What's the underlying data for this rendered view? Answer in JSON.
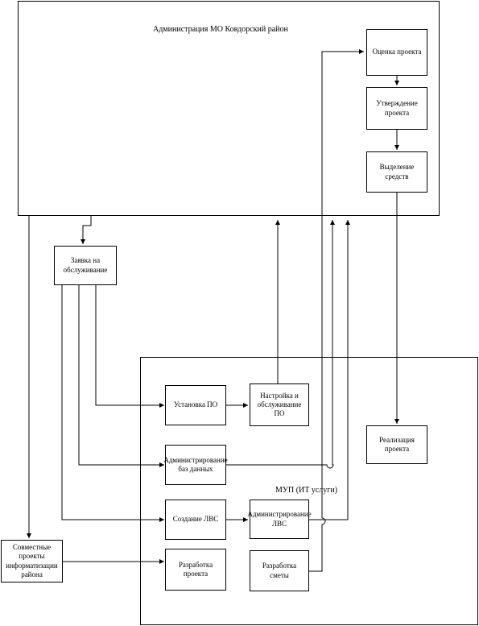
{
  "admin_region": {
    "title": "Администрация МО Ковдорский район"
  },
  "mup_region": {
    "title": "МУП (ИТ услуги)"
  },
  "boxes": {
    "project_eval": "Оценка проекта",
    "project_approval": "Утверждение проекта",
    "funds_allocation": "Выделение средств",
    "service_request": "Заявка на обслуживание",
    "sw_install": "Установка ПО",
    "sw_setup": "Настройка и обслуживание ПО",
    "db_admin": "Администрирование баз данных",
    "lan_create": "Создание ЛВС",
    "lan_admin": "Администрирование ЛВС",
    "project_dev": "Разработка проекта",
    "estimate_dev": "Разработка сметы",
    "project_impl": "Реализация проекта",
    "joint_projects": "Совместные проекты информатизации района"
  },
  "colors": {
    "line": "#000000",
    "background": "#ffffff"
  }
}
